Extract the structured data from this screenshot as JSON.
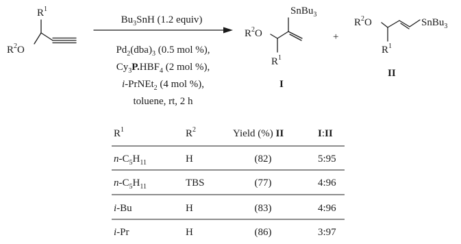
{
  "scheme": {
    "start_material": {
      "r1_label": "R",
      "r1_sup": "1",
      "r2_label": "R",
      "r2_sup": "2",
      "o_label": "O"
    },
    "conditions": {
      "above_arrow": {
        "a": "Bu",
        "a_sub": "3",
        "b": "SnH (1.2 equiv)"
      },
      "line1": {
        "a": "Pd",
        "a_sub": "2",
        "b": "(dba)",
        "b_sub": "3",
        "c": " (0.5 mol %),"
      },
      "line2": {
        "a": "Cy",
        "a_sub": "3",
        "b": "P",
        "c": ".",
        "d": "HBF",
        "d_sub": "4",
        "e": " (2 mol %),"
      },
      "line3": {
        "a": "i",
        "b": "-PrNEt",
        "b_sub": "2",
        "c": " (4 mol %),"
      },
      "line4": "toluene, rt, 2 h"
    },
    "product_I": {
      "sn_a": "SnBu",
      "sn_sub": "3",
      "r2": "R",
      "r2_sup": "2",
      "o": "O",
      "r1": "R",
      "r1_sup": "1",
      "label": "I"
    },
    "plus": "+",
    "product_II": {
      "r2": "R",
      "r2_sup": "2",
      "o": "O",
      "sn_a": "SnBu",
      "sn_sub": "3",
      "r1": "R",
      "r1_sup": "1",
      "label": "II"
    }
  },
  "table": {
    "headers": {
      "r1": "R",
      "r1_sup": "1",
      "r2": "R",
      "r2_sup": "2",
      "yield": "Yield (%) ",
      "yield_bold": "II",
      "ratio_a": "I",
      "ratio_sep": ":",
      "ratio_b": "II"
    },
    "rows": [
      {
        "r1_italic": "n",
        "r1_text": "-C",
        "r1_sub1": "5",
        "r1_text2": "H",
        "r1_sub2": "11",
        "r2": "H",
        "yield": "(82)",
        "ratio": "5:95"
      },
      {
        "r1_italic": "n",
        "r1_text": "-C",
        "r1_sub1": "5",
        "r1_text2": "H",
        "r1_sub2": "11",
        "r2": "TBS",
        "yield": "(77)",
        "ratio": "4:96"
      },
      {
        "r1_italic": "i",
        "r1_text": "-Bu",
        "r1_sub1": "",
        "r1_text2": "",
        "r1_sub2": "",
        "r2": "H",
        "yield": "(83)",
        "ratio": "4:96"
      },
      {
        "r1_italic": "i",
        "r1_text": "-Pr",
        "r1_sub1": "",
        "r1_text2": "",
        "r1_sub2": "",
        "r2": "H",
        "yield": "(86)",
        "ratio": "3:97"
      }
    ]
  }
}
